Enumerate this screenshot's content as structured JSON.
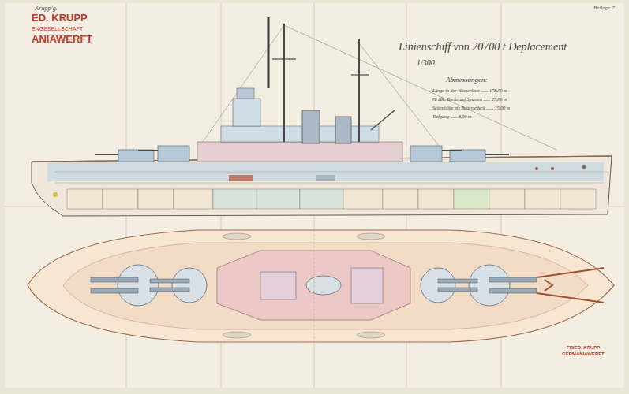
{
  "diagram": {
    "title": "Linienschiff von 20700 t Deplacement",
    "labels": [
      "Krupp/g.",
      "ED. KRUPP",
      "ENGESELLSCHAFT",
      "ANIAWERFT",
      "Beilage 7",
      "1/300",
      "Abmessungen:",
      "Länge in der Wasserlinie ...... 178,50 m",
      "Größte Breite auf Spanten ...... 27,00 m",
      "Seitenhöhe bis Batteriedeck ...... 15,00 m",
      "Tiefgang ...... 8,00 m",
      "FRIED. KRUPP",
      "GERMANIAWERFT"
    ]
  }
}
